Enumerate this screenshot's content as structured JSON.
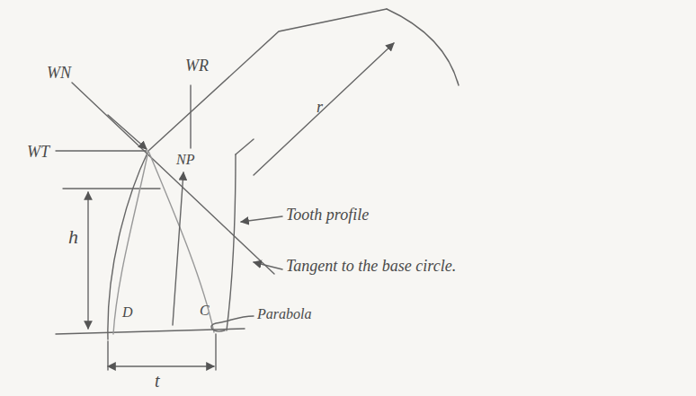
{
  "diagram": {
    "labels": [
      "WN",
      "WR",
      "WT",
      "h",
      "NP",
      "r",
      "Tooth profile",
      "Tangent to the base circle.",
      "Parabola",
      "D",
      "C",
      "t"
    ]
  }
}
